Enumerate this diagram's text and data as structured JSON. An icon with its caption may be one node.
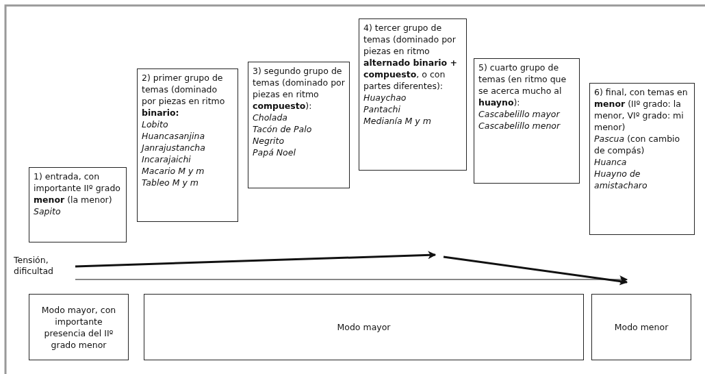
{
  "diagram": {
    "nodes": [
      {
        "text": [
          "1) entrada, con importante IIº grado **menor** (la menor)",
          "Sapito"
        ]
      },
      {
        "text": [
          "2) primer grupo de temas (dominado por piezas en ritmo **binario:**",
          "Lobito",
          "Huancasanjina",
          "Janrajustancha",
          "Incarajaichi",
          "Macario M y m",
          "Tableo M y m"
        ]
      },
      {
        "text": [
          "3) segundo grupo de temas (dominado por piezas en ritmo **compuesto**):",
          "Cholada",
          "Tacón de Palo",
          "Negrito",
          "Papá Noel"
        ]
      },
      {
        "text": [
          "4) tercer grupo de temas (dominado por piezas en ritmo **alternado binario + compuesto**, o con partes diferentes):",
          "Huaychao",
          "Pantachi",
          "Medianía M y m"
        ]
      },
      {
        "text": [
          "5) cuarto grupo de temas (en ritmo que se acerca mucho al **huayno**):",
          "Cascabelillo mayor",
          "Cascabelillo menor"
        ]
      },
      {
        "text": [
          "6) final, con temas en **menor** (IIº grado: la menor, VIº grado: mi menor)",
          "*Pascua* (con cambio de compás)",
          "Huanca",
          "Huayno de amistacharo"
        ]
      },
      {
        "text": [
          "Modo mayor, con importante presencia del IIº grado menor"
        ]
      },
      {
        "text": [
          "Modo mayor"
        ]
      },
      {
        "text": [
          "Modo menor"
        ]
      }
    ],
    "labels": [
      "Tensión, dificultad"
    ]
  }
}
